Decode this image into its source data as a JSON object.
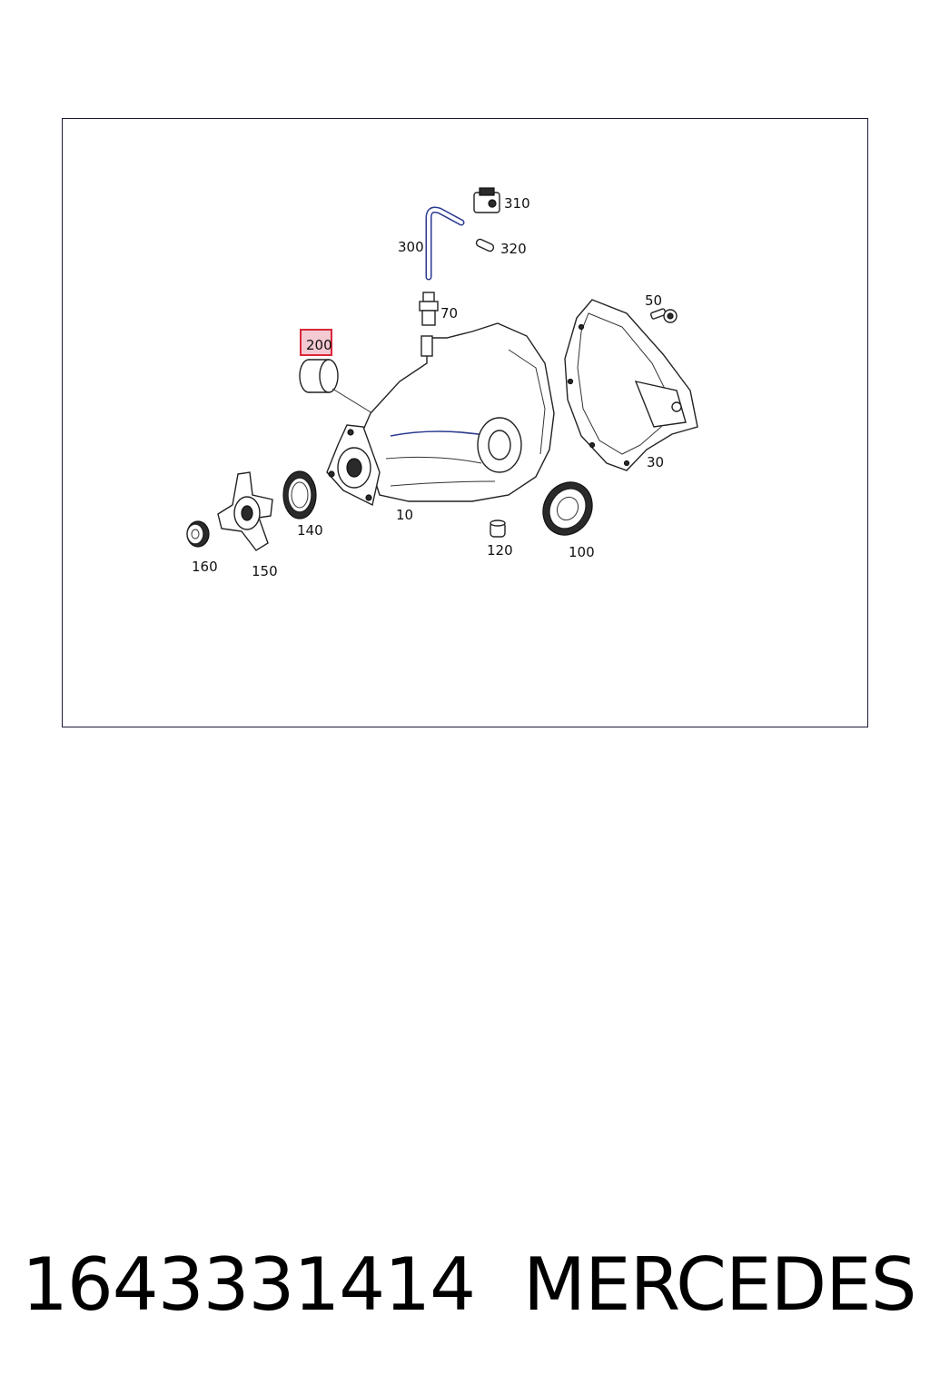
{
  "diagram": {
    "highlight_color": "#d9283a",
    "callouts": [
      {
        "id": "c300",
        "label": "300"
      },
      {
        "id": "c310",
        "label": "310"
      },
      {
        "id": "c320",
        "label": "320"
      },
      {
        "id": "c70",
        "label": "70"
      },
      {
        "id": "c50",
        "label": "50"
      },
      {
        "id": "c200",
        "label": "200",
        "highlighted": true
      },
      {
        "id": "c30",
        "label": "30"
      },
      {
        "id": "c10",
        "label": "10"
      },
      {
        "id": "c140",
        "label": "140"
      },
      {
        "id": "c120",
        "label": "120"
      },
      {
        "id": "c100",
        "label": "100"
      },
      {
        "id": "c160",
        "label": "160"
      },
      {
        "id": "c150",
        "label": "150"
      }
    ]
  },
  "footer": {
    "part_number": "1643331414",
    "brand": "MERCEDES"
  }
}
